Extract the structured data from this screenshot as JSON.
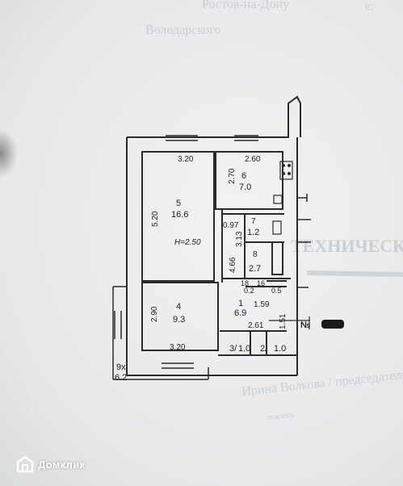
{
  "header_faded": {
    "line1": "Ростов-на-Дону",
    "line2": "Володарского",
    "left_fragment": "е:"
  },
  "stamp_faded": {
    "line1": "ТЕХНИЧЕСКИЙ ПАСПО",
    "line2": "Ирина Волкова / председатель-",
    "line3": "подпись"
  },
  "rooms": [
    {
      "num": "5",
      "area": "16.6"
    },
    {
      "num": "6",
      "area": "7.0"
    },
    {
      "num": "7",
      "area": "1.2"
    },
    {
      "num": "8",
      "area": "2.7"
    },
    {
      "num": "4",
      "area": "9.3"
    },
    {
      "num": "1",
      "area": "6.9"
    },
    {
      "num": "3/",
      "area": "1.0"
    },
    {
      "num": "2/",
      "area": "1.0"
    },
    {
      "num": "9х",
      "area": "6.2"
    }
  ],
  "dimensions": {
    "room5_width": "3.20",
    "room5_height": "5.20",
    "room6_width": "2.60",
    "room6_height": "2.70",
    "room7_width": "0.97",
    "room7_height": "3.13",
    "corridor_height": "4.66",
    "room4_height": "2.90",
    "room4_width": "3.20",
    "room1_width1": "1.59",
    "room1_width2": "2.61",
    "room1_height": "1.51",
    "small_labels": [
      "18",
      "16",
      "0.2",
      "0.5"
    ]
  },
  "ceiling_height": "Н=2.50",
  "apartment_number_label": "№",
  "watermark": {
    "icon": "domclick-house-icon",
    "text": "Домклик"
  }
}
